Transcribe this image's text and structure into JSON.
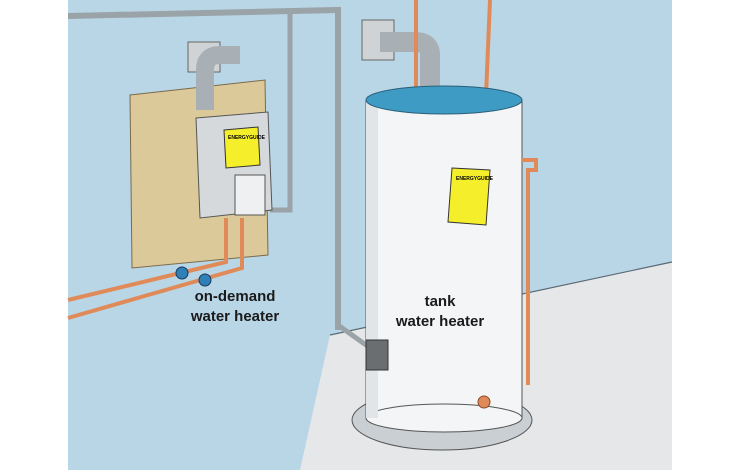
{
  "labels": {
    "on_demand": [
      "on-demand",
      "water heater"
    ],
    "tank": [
      "tank",
      "water heater"
    ]
  },
  "energy_guide": {
    "title": "ENERGYGUIDE"
  },
  "colors": {
    "wall": "#b9d6e6",
    "floor": "#e4e6e8",
    "tank_cap": "#3e9bc4",
    "copper": "#e08a5a",
    "backboard": "#dcc99a",
    "label": "#f5ee2a"
  }
}
